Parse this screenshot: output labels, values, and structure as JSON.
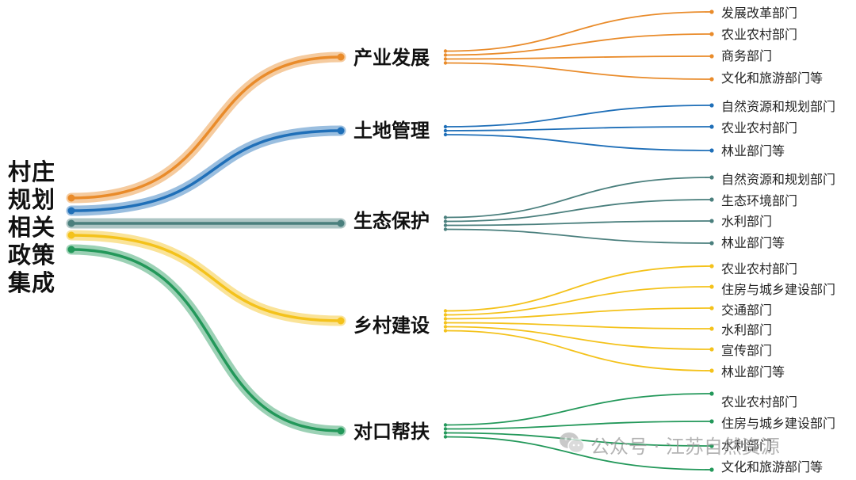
{
  "root": {
    "line1": "村庄",
    "line2": "规划",
    "line3": "相关",
    "line4": "政策",
    "line5": "集成"
  },
  "categories": [
    {
      "label": "产业发展",
      "color": "#e98b2a",
      "departments": [
        "发展改革部门",
        "农业农村部门",
        "商务部门",
        "文化和旅游部门等"
      ]
    },
    {
      "label": "土地管理",
      "color": "#1f6fb8",
      "departments": [
        "自然资源和规划部门",
        "农业农村部门",
        "林业部门等"
      ]
    },
    {
      "label": "生态保护",
      "color": "#4a7f7d",
      "departments": [
        "自然资源和规划部门",
        "生态环境部门",
        "水利部门",
        "林业部门等"
      ]
    },
    {
      "label": "乡村建设",
      "color": "#f4c21b",
      "departments": [
        "农业农村部门",
        "住房与城乡建设部门",
        "交通部门",
        "水利部门",
        "宣传部门",
        "林业部门等"
      ]
    },
    {
      "label": "对口帮扶",
      "color": "#23985a",
      "departments": [
        "农业农村部门",
        "住房与城乡建设部门",
        "水利部门",
        "文化和旅游部门等"
      ]
    }
  ],
  "watermark": {
    "text": "公众号 · 江苏自然资源",
    "icon": "wechat-icon"
  }
}
